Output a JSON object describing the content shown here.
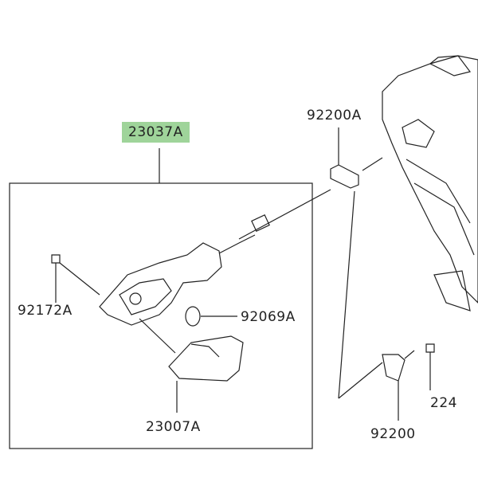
{
  "diagram": {
    "highlight_color": "#9fd49a",
    "labels": {
      "assembly": "23037A",
      "grommet_top": "92200A",
      "screw": "92172A",
      "bulb": "92069A",
      "lens": "23007A",
      "bolt": "224",
      "grommet_bottom": "92200"
    }
  }
}
